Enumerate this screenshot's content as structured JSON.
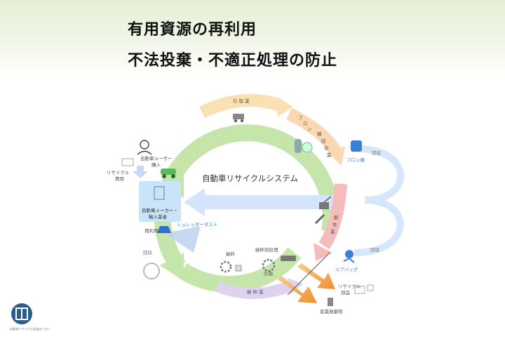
{
  "header": {
    "title_line1": "有用資源の再利用",
    "title_line2": "不法投棄・不適正処理の防止"
  },
  "diagram": {
    "center_label": "自動車リサイクルシステム",
    "user": "自動車ユーザー",
    "purchase": "購入",
    "recycling_fee_1": "リサイクル",
    "recycling_fee_2": "費用",
    "maker_1": "自動車メーカー・",
    "maker_2": "輸入業者",
    "reuse": "再利用",
    "shredder_dust": "シュレッダーダスト",
    "collection": "回収",
    "hikitori": "引 取 業",
    "freon_1": "フ",
    "freon_2": "ロ",
    "freon_3": "ン",
    "freon_4": "類",
    "freon_5": "回",
    "freon_6": "収",
    "freon_7": "業",
    "freon_gas": "フロン類",
    "collect_right_1": "回収",
    "kaitai_1": "解",
    "kaitai_2": "体",
    "kaitai_3": "業",
    "airbag": "エアバッグ",
    "collect_right_2": "回収",
    "pre_crush_process": "破砕前処理",
    "crushing": "破砕",
    "press": "圧縮",
    "hasai_gyo": "破 砕 業",
    "recycle_parts_1": "リサイクル",
    "recycle_parts_2": "部品",
    "industrial_waste": "産業廃棄物",
    "footer_logo_text": "自動車リサイクル促進センター"
  },
  "colors": {
    "main_loop": "#c3e3a8",
    "inner_arrow": "#d3e4fb",
    "hikitori_band": "#fbe0b4",
    "freon_band": "#fbd8b2",
    "kaitai_band": "#f6bcbc",
    "hasai_band": "#ddd3ee",
    "maker_box": "#c9e4f8",
    "orange_arrow": "#f0a24a",
    "text_blue": "#3a7fd8"
  },
  "icons": [
    "user-icon",
    "car-icon",
    "card-icon",
    "building-icon",
    "truck-icon",
    "gas-cylinder-icon",
    "fan-icon",
    "gas-tank-icon",
    "excavator-icon",
    "wrench-icon",
    "airbag-icon",
    "car-body-icon",
    "gear-icon",
    "cog-icon",
    "parts-icon",
    "trash-icon",
    "recycle-icon",
    "shredder-icon",
    "logo-icon"
  ]
}
